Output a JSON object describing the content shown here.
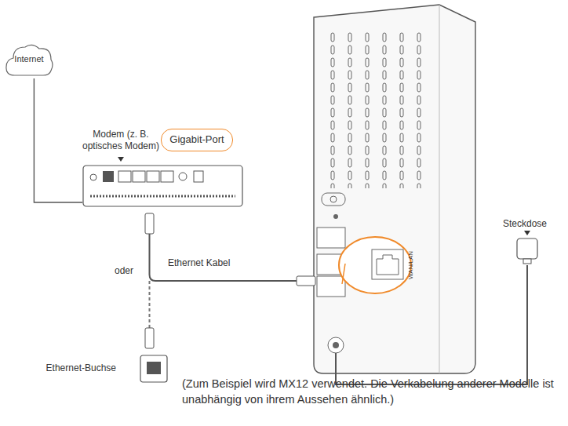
{
  "diagram": {
    "caption": "(Zum Beispiel wird MX12 verwendet. Die Verkabelung anderer Modelle ist unabhängig von ihrem Aussehen ähnlich.)",
    "nodes": [
      {
        "text": [
          "Internet"
        ]
      },
      {
        "text": [
          "Modem (z. B. optisches Modem)"
        ]
      },
      {
        "text": [
          "Gigabit-Port"
        ]
      },
      {
        "text": [
          "Ethernet-Buchse"
        ]
      },
      {
        "text": [
          "Steckdose"
        ]
      }
    ],
    "edges": [
      {
        "from": 0,
        "to": 1,
        "arrow": "none"
      }
    ],
    "labels": [
      "oder",
      "Ethernet Kabel",
      "WAN/LAN"
    ]
  }
}
